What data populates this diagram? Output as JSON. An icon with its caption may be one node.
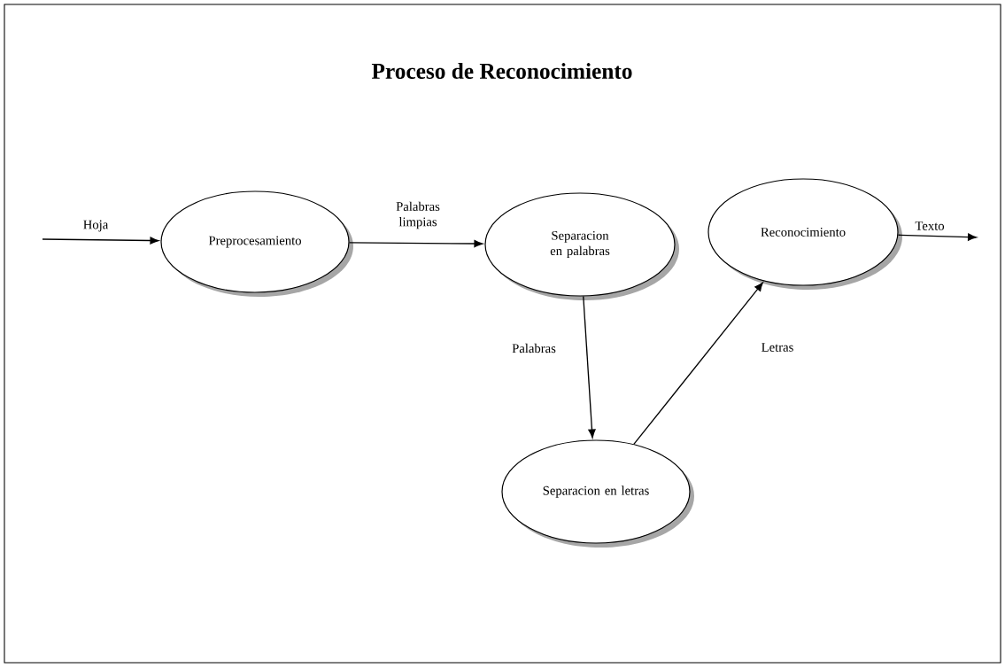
{
  "diagram": {
    "title": "Proceso de Reconocimiento",
    "nodes": [
      {
        "text": [
          "Preprocesamiento"
        ]
      },
      {
        "text": [
          "Separacion en palabras"
        ]
      },
      {
        "text": [
          "Reconocimiento"
        ]
      },
      {
        "text": [
          "Separacion en letras"
        ]
      }
    ],
    "edges": [
      {
        "from": null,
        "to": 0,
        "arrow": "to",
        "label": "Hoja"
      },
      {
        "from": 0,
        "to": 1,
        "arrow": "to",
        "label": "Palabras limpias"
      },
      {
        "from": 1,
        "to": 3,
        "arrow": "to",
        "label": "Palabras"
      },
      {
        "from": 3,
        "to": 2,
        "arrow": "to",
        "label": "Letras"
      },
      {
        "from": 2,
        "to": null,
        "arrow": "to",
        "label": "Texto"
      }
    ]
  }
}
